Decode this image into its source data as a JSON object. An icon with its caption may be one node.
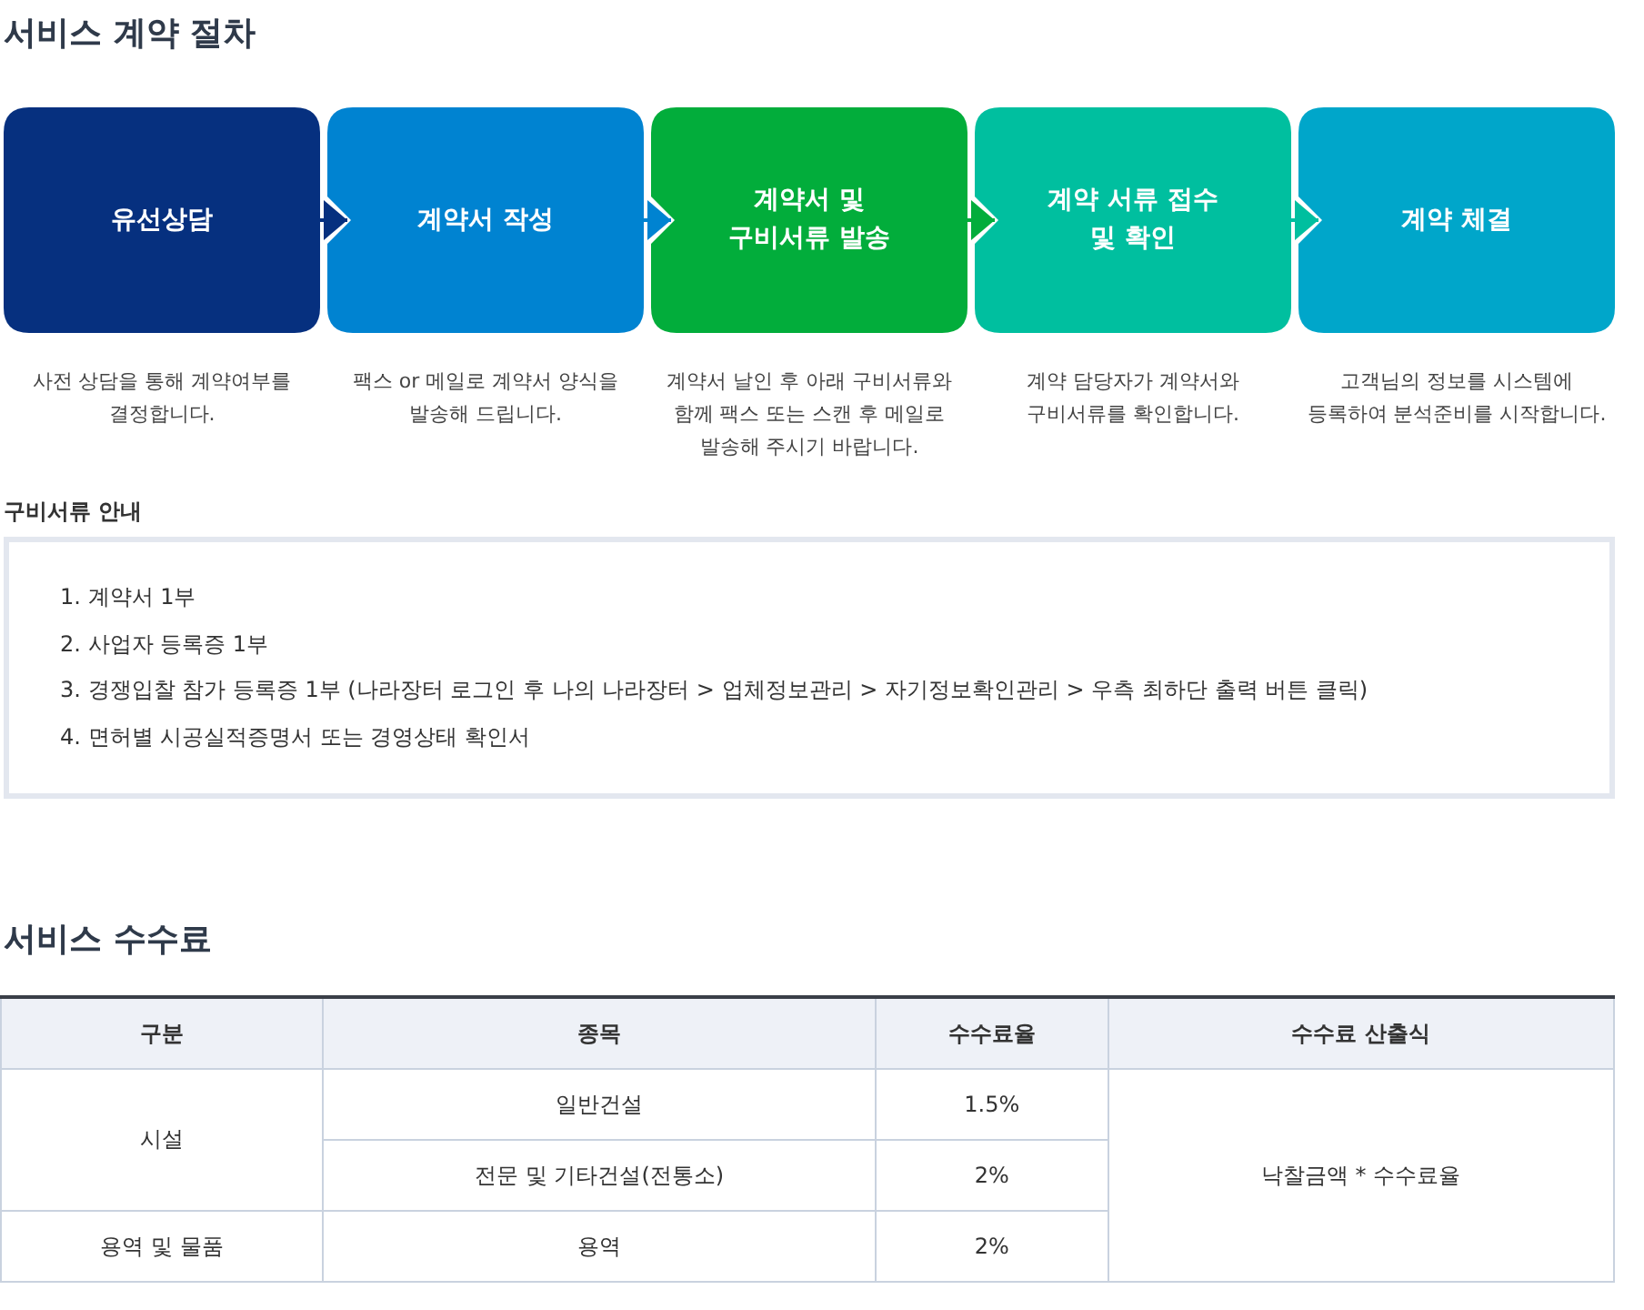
{
  "diagram": {
    "title": "서비스 계약 절차",
    "nodes": [
      {
        "text": [
          "유선상담"
        ],
        "beside": [
          "사전 상담을 통해 계약여부를 결정합니다."
        ]
      },
      {
        "text": [
          "계약서 작성"
        ],
        "beside": [
          "팩스 or 메일로 계약서 양식을 발송해 드립니다."
        ]
      },
      {
        "text": [
          "계약서 및 구비서류 발송"
        ],
        "beside": [
          "계약서 날인 후 아래 구비서류와 함께 팩스 또는 스캔 후 메일로 발송해 주시기 바랍니다."
        ]
      },
      {
        "text": [
          "계약 서류 접수 및 확인"
        ],
        "beside": [
          "계약 담당자가 계약서와 구비서류를 확인합니다."
        ]
      },
      {
        "text": [
          "계약 체결"
        ],
        "beside": [
          "고객님의 정보를 시스템에 등록하여 분석준비를 시작합니다."
        ]
      },
      {
        "text": [
          "구비서류 안내",
          "1. 계약서 1부",
          "2. 사업자 등록증 1부",
          "3. 경쟁입찰 참가 등록증 1부  (나라장터 로그인 후 나의 나라장터 > 업체정보관리 > 자기정보확인관리 > 우측 최하단 출력 버튼 클릭)",
          "4. 면허별 시공실적증명서 또는 경영상태 확인서"
        ]
      }
    ],
    "edges": [
      {
        "from": 0,
        "to": 1,
        "arrow": "to",
        "color": "#06307f"
      },
      {
        "from": 1,
        "to": 2,
        "arrow": "to",
        "color": "#0083d1"
      },
      {
        "from": 2,
        "to": 3,
        "arrow": "to",
        "color": "#02ad3b"
      },
      {
        "from": 3,
        "to": 4,
        "arrow": "to",
        "color": "#00bf9f"
      }
    ],
    "labels": [
      "서비스 수수료",
      "구분",
      "종목",
      "수수료율",
      "수수료 산출식",
      "시설",
      "일반건설",
      "1.5%",
      "전문 및 기타건설(전통소)",
      "2%",
      "낙찰금액 * 수수료율",
      "용역 및 물품",
      "용역",
      "2%"
    ]
  }
}
